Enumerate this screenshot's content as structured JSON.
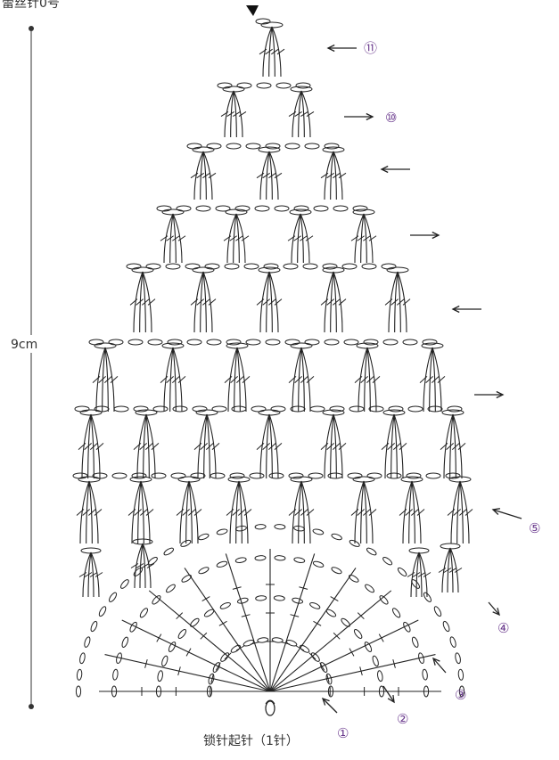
{
  "header_text": "蕾丝针0号",
  "height_label": "9cm",
  "start_label": "锁针起针（1针）",
  "accent_color": "#6b3b8e",
  "ink_color": "#222222",
  "row_markers": [
    {
      "num": "①",
      "direction": "up-left"
    },
    {
      "num": "②",
      "direction": "down-right"
    },
    {
      "num": "③",
      "direction": "up-left"
    },
    {
      "num": "④",
      "direction": "down-right"
    },
    {
      "num": "⑤",
      "direction": "left"
    },
    {
      "num": "",
      "direction": "right"
    },
    {
      "num": "",
      "direction": "left"
    },
    {
      "num": "",
      "direction": "right"
    },
    {
      "num": "",
      "direction": "left"
    },
    {
      "num": "⑩",
      "direction": "right"
    },
    {
      "num": "⑪",
      "direction": "left"
    }
  ],
  "finish_marker_icon": "triangle-down-icon"
}
